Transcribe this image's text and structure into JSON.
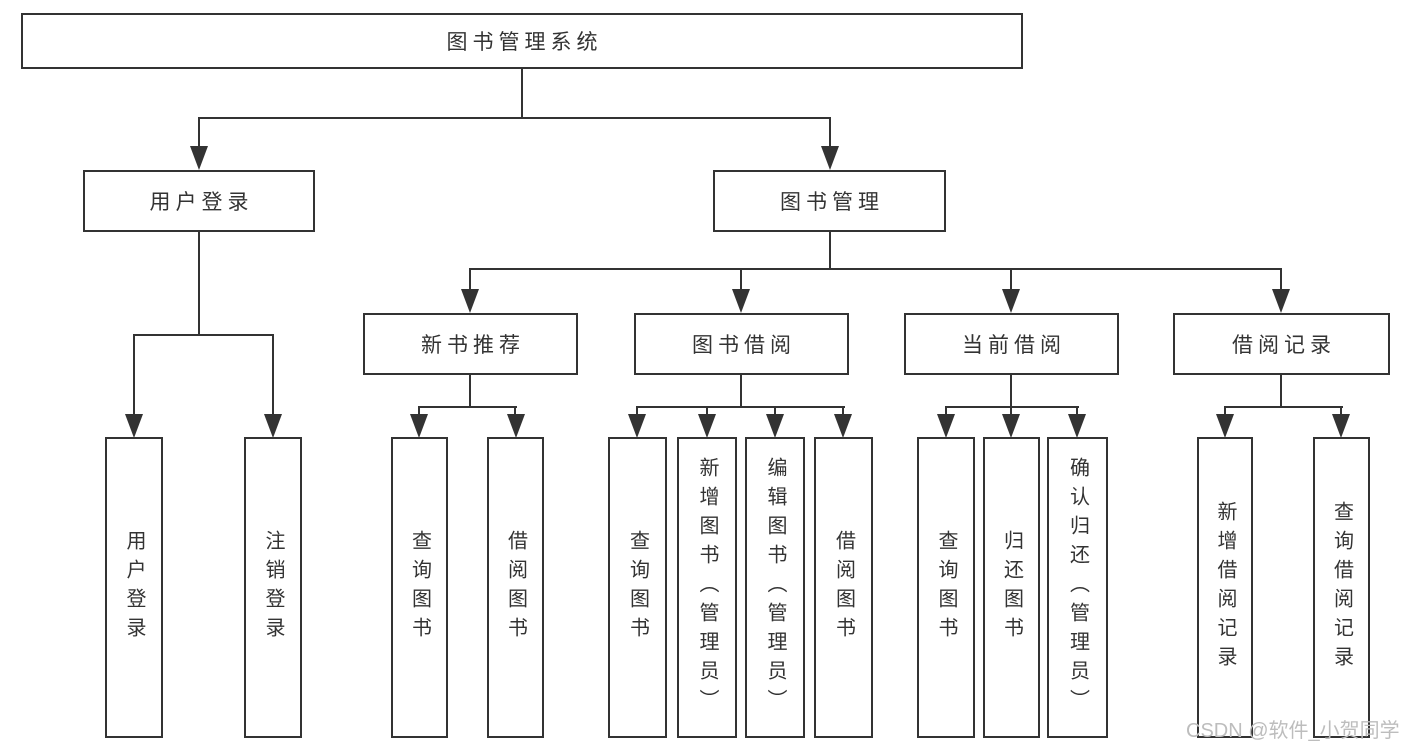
{
  "diagram": {
    "type": "tree",
    "root": {
      "label": "图书管理系统"
    },
    "children": [
      {
        "label": "用户登录",
        "children": [
          {
            "label": "用户登录"
          },
          {
            "label": "注销登录"
          }
        ]
      },
      {
        "label": "图书管理",
        "children": [
          {
            "label": "新书推荐",
            "children": [
              {
                "label": "查询图书"
              },
              {
                "label": "借阅图书"
              }
            ]
          },
          {
            "label": "图书借阅",
            "children": [
              {
                "label": "查询图书"
              },
              {
                "label": "新增图书（管理员）"
              },
              {
                "label": "编辑图书（管理员）"
              },
              {
                "label": "借阅图书"
              }
            ]
          },
          {
            "label": "当前借阅",
            "children": [
              {
                "label": "查询图书"
              },
              {
                "label": "归还图书"
              },
              {
                "label": "确认归还（管理员）"
              }
            ]
          },
          {
            "label": "借阅记录",
            "children": [
              {
                "label": "新增借阅记录"
              },
              {
                "label": "查询借阅记录"
              }
            ]
          }
        ]
      }
    ]
  },
  "watermark": {
    "text": "CSDN @软件_小贺同学"
  },
  "colors": {
    "line": "#333333",
    "node_border": "#333333",
    "node_text": "#333333",
    "background": "#ffffff",
    "watermark": "#bdbdbd"
  }
}
